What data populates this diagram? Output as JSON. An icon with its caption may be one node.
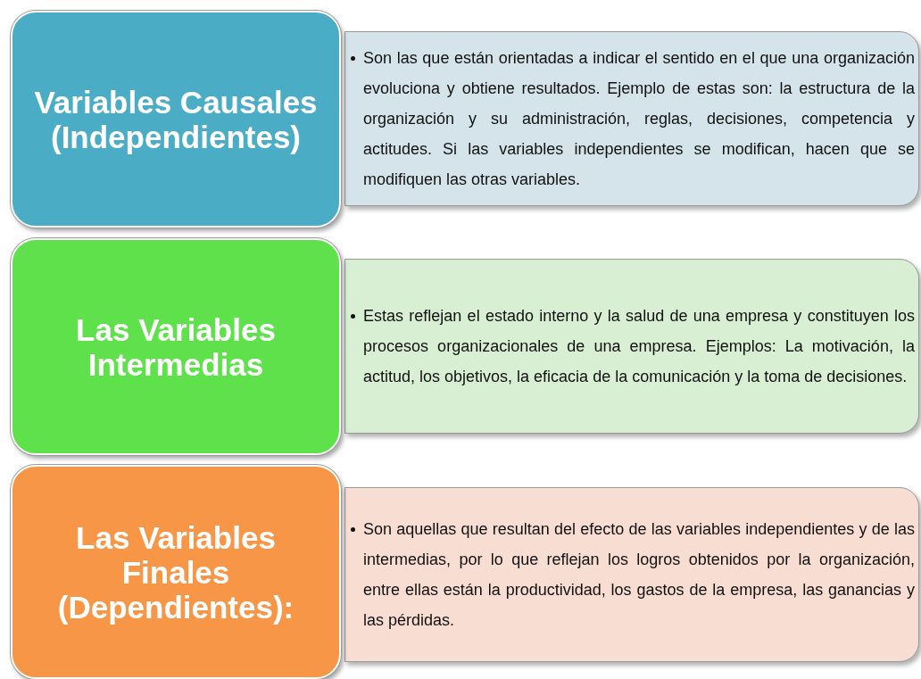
{
  "diagram": {
    "nodes": [
      {
        "text": [
          "Variables Causales (Independientes)"
        ]
      },
      {
        "text": [
          "Son las que están orientadas a indicar el sentido en el que una organización evoluciona y obtiene resultados. Ejemplo de estas son: la estructura de la organización y su administración, reglas, decisiones, competencia y actitudes. Si las variables independientes se modifican, hacen que se modifiquen las otras variables."
        ]
      },
      {
        "text": [
          "Las Variables Intermedias"
        ]
      },
      {
        "text": [
          "Estas reflejan el estado interno y la salud de una empresa y constituyen los procesos organizacionales de una empresa. Ejemplos: La motivación, la actitud, los objetivos, la eficacia de la comunicación y la toma de decisiones."
        ]
      },
      {
        "text": [
          "Las Variables Finales (Dependientes):"
        ]
      },
      {
        "text": [
          "Son aquellas que resultan del efecto de las variables independientes y de las intermedias, por lo que reflejan los logros obtenidos por la organización, entre ellas están la productividad, los gastos de la empresa, las ganancias y las pérdidas."
        ]
      }
    ]
  }
}
